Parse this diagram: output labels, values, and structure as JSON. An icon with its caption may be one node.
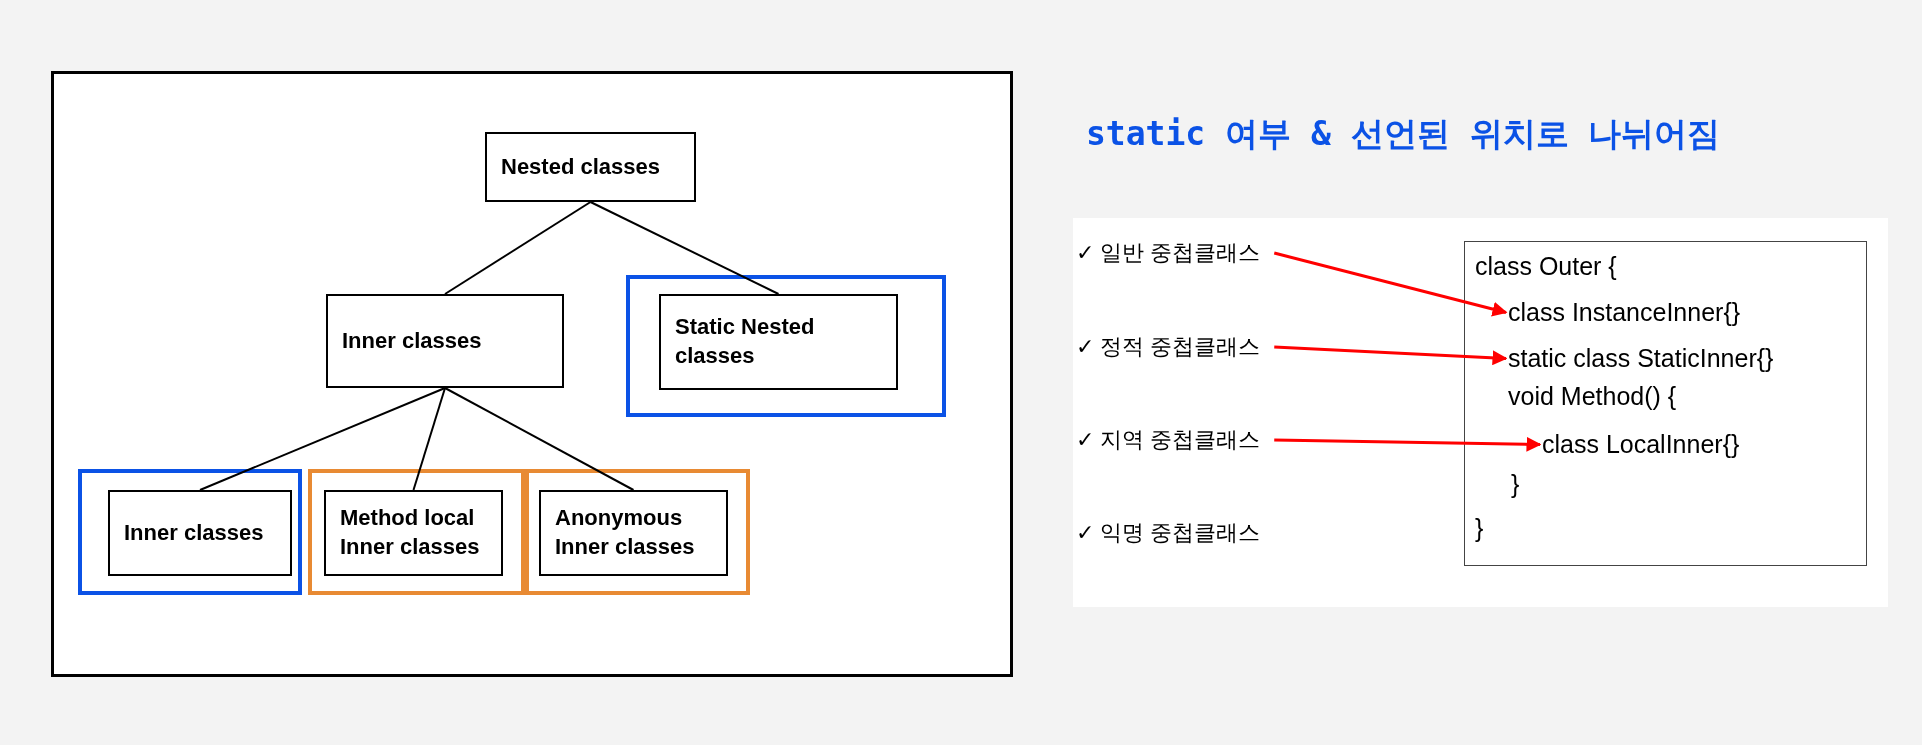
{
  "diagram": {
    "title": "static 여부 & 선언된 위치로 나뉘어짐",
    "nodes": [
      {
        "text": [
          "Nested classes"
        ]
      },
      {
        "text": [
          "Inner classes"
        ]
      },
      {
        "text": [
          "Static Nested classes"
        ]
      },
      {
        "text": [
          "Inner classes"
        ]
      },
      {
        "text": [
          "Method local Inner classes"
        ]
      },
      {
        "text": [
          "Anonymous Inner classes"
        ]
      },
      {
        "text": [
          "✓ 일반 중첩클래스"
        ]
      },
      {
        "text": [
          "✓ 정적 중첩클래스"
        ]
      },
      {
        "text": [
          "✓ 지역 중첩클래스"
        ]
      },
      {
        "text": [],
        "shape": "box"
      },
      {
        "text": [
          "class Outer {"
        ],
        "in": 9
      },
      {
        "text": [
          "class InstanceInner{}"
        ],
        "in": 9
      },
      {
        "text": [
          "static class StaticInner{}"
        ],
        "in": 9
      },
      {
        "text": [
          "void Method() {"
        ],
        "in": 9
      },
      {
        "text": [
          "class LocalInner{}"
        ],
        "in": 9
      },
      {
        "text": [
          "}"
        ],
        "in": 9
      },
      {
        "text": [
          "}"
        ],
        "in": 9
      }
    ],
    "edges": [
      {
        "from": 0,
        "to": 1,
        "arrow": "none"
      },
      {
        "from": 0,
        "to": 2,
        "arrow": "none"
      },
      {
        "from": 1,
        "to": 3,
        "arrow": "none"
      },
      {
        "from": 1,
        "to": 4,
        "arrow": "none"
      },
      {
        "from": 1,
        "to": 5,
        "arrow": "none"
      },
      {
        "from": 6,
        "to": 11,
        "arrow": "to",
        "color": "#ff0000"
      },
      {
        "from": 7,
        "to": 12,
        "arrow": "to",
        "color": "#ff0000"
      },
      {
        "from": 8,
        "to": 14,
        "arrow": "to",
        "color": "#ff0000"
      }
    ],
    "labels": [
      "✓ 익명 중첩클래스"
    ]
  }
}
